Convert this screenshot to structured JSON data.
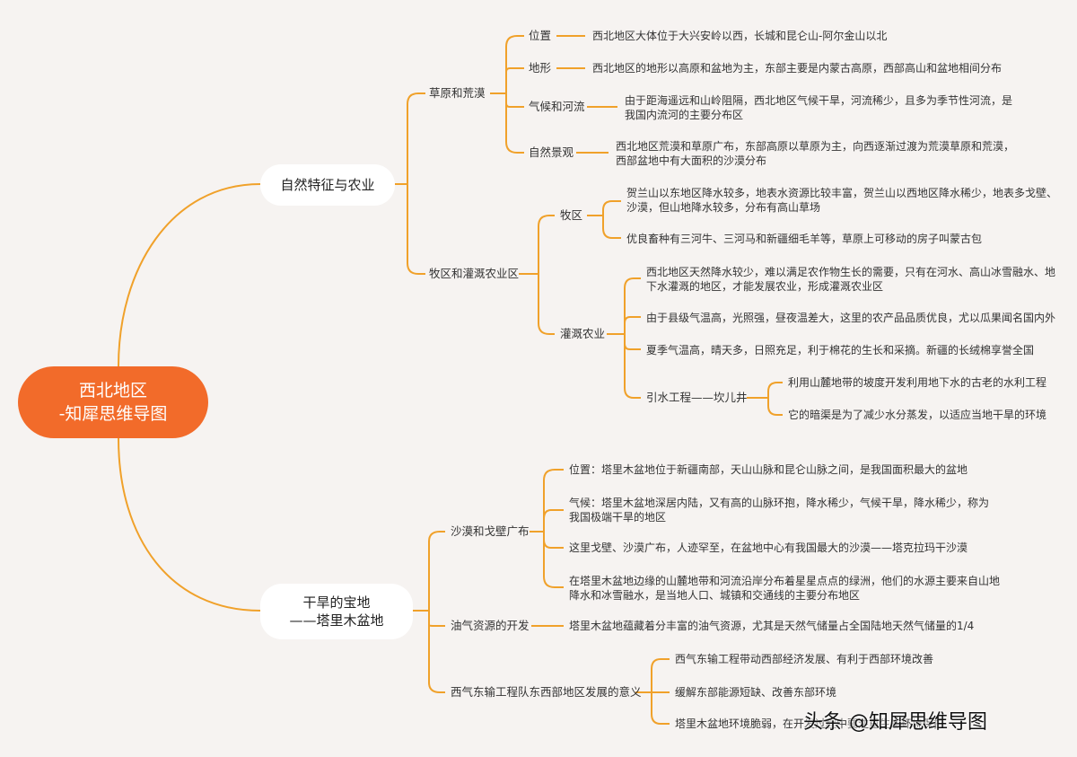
{
  "root": {
    "line1": "西北地区",
    "line2": "-知犀思维导图"
  },
  "branch1": {
    "title": "自然特征与农业",
    "grass": {
      "label": "草原和荒漠",
      "pos_label": "位置",
      "pos_text": "西北地区大体位于大兴安岭以西，长城和昆仑山-阿尔金山以北",
      "terrain_label": "地形",
      "terrain_text": "西北地区的地形以高原和盆地为主，东部主要是内蒙古高原，西部高山和盆地相间分布",
      "climate_label": "气候和河流",
      "climate_text1": "由于距海遥远和山岭阻隔，西北地区气候干旱，河流稀少，且多为季节性河流，是",
      "climate_text2": "我国内流河的主要分布区",
      "scene_label": "自然景观",
      "scene_text1": "西北地区荒漠和草原广布，东部高原以草原为主，向西逐渐过渡为荒漠草原和荒漠，",
      "scene_text2": "西部盆地中有大面积的沙漠分布"
    },
    "agri": {
      "label": "牧区和灌溉农业区",
      "pasture_label": "牧区",
      "pasture_text1": "贺兰山以东地区降水较多，地表水资源比较丰富，贺兰山以西地区降水稀少，地表多戈壁、",
      "pasture_text2": "沙漠，但山地降水较多，分布有高山草场",
      "pasture_text3": "优良畜种有三河牛、三河马和新疆细毛羊等，草原上可移动的房子叫蒙古包",
      "irrig_label": "灌溉农业",
      "irrig_text1": "西北地区天然降水较少，难以满足农作物生长的需要，只有在河水、高山冰雪融水、地",
      "irrig_text2": "下水灌溉的地区，才能发展农业，形成灌溉农业区",
      "irrig_text3": "由于县级气温高，光照强，昼夜温差大，这里的农产品品质优良，尤以瓜果闻名国内外",
      "irrig_text4": "夏季气温高，晴天多，日照充足，利于棉花的生长和采摘。新疆的长绒棉享誉全国",
      "karez_label": "引水工程——坎儿井",
      "karez_text1": "利用山麓地带的坡度开发利用地下水的古老的水利工程",
      "karez_text2": "它的暗渠是为了减少水分蒸发，以适应当地干旱的环境"
    }
  },
  "branch2": {
    "title1": "干旱的宝地",
    "title2": "——塔里木盆地",
    "desert": {
      "label": "沙漠和戈壁广布",
      "text1": "位置：塔里木盆地位于新疆南部，天山山脉和昆仑山脉之间，是我国面积最大的盆地",
      "text2a": "气候：塔里木盆地深居内陆，又有高的山脉环抱，降水稀少，气候干旱，降水稀少，称为",
      "text2b": "我国极端干旱的地区",
      "text3": "这里戈壁、沙漠广布，人迹罕至，在盆地中心有我国最大的沙漠——塔克拉玛干沙漠",
      "text4a": "在塔里木盆地边缘的山麓地带和河流沿岸分布着星星点点的绿洲，他们的水源主要来自山地",
      "text4b": "降水和冰雪融水，是当地人口、城镇和交通线的主要分布地区"
    },
    "oil": {
      "label": "油气资源的开发",
      "text": "塔里木盆地蕴藏着分丰富的油气资源，尤其是天然气储量占全国陆地天然气储量的1/4"
    },
    "pipeline": {
      "label": "西气东输工程队东西部地区发展的意义",
      "text1": "西气东输工程带动西部经济发展、有利于西部环境改善",
      "text2": "缓解东部能源短缺、改善东部环境",
      "text3": "塔里木盆地环境脆弱，在开发过程中要注重生态环境保护"
    }
  },
  "watermark": "头条 @知犀思维导图",
  "colors": {
    "root_fill": "#f26b2a",
    "line": "#f0a12a",
    "background": "#f6f3f1"
  }
}
